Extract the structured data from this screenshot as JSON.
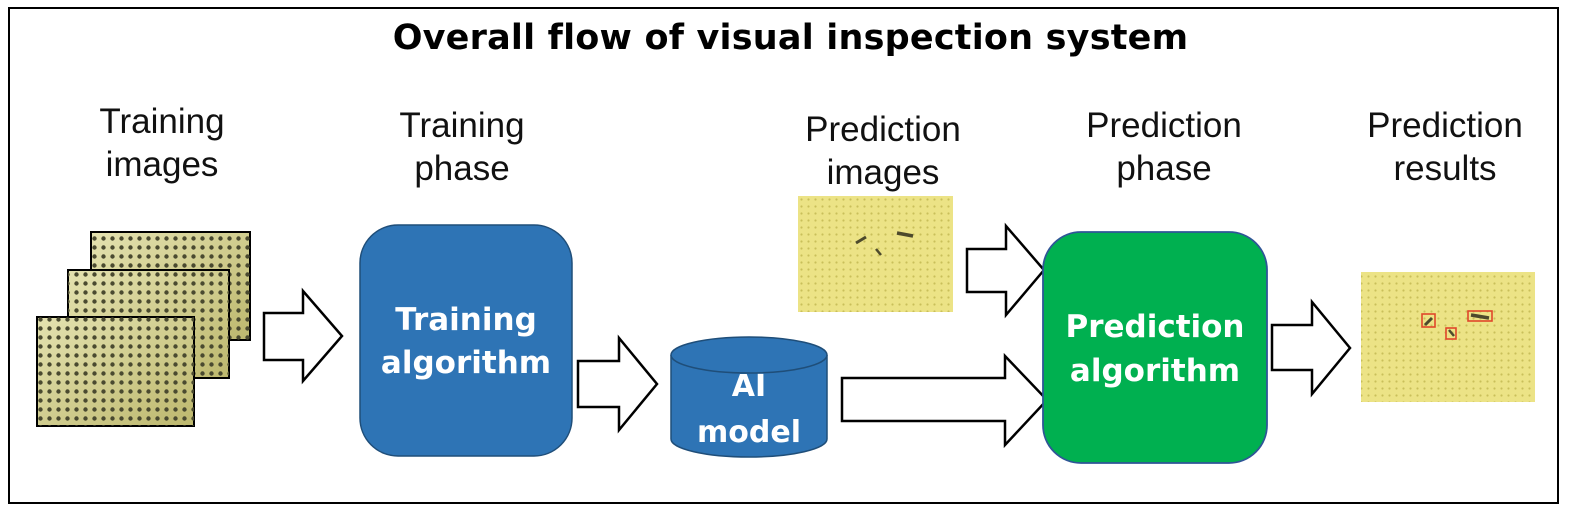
{
  "title": "Overall flow of visual inspection system",
  "captions": {
    "training_images": [
      "Training",
      "images"
    ],
    "training_phase": [
      "Training",
      "phase"
    ],
    "prediction_images": [
      "Prediction",
      "images"
    ],
    "prediction_phase": [
      "Prediction",
      "phase"
    ],
    "prediction_results": [
      "Prediction",
      "results"
    ]
  },
  "boxes": {
    "training_algorithm": {
      "lines": [
        "Training",
        "algorithm"
      ],
      "color": "#2e74b5"
    },
    "ai_model": {
      "lines": [
        "AI",
        "model"
      ],
      "color": "#2e74b5"
    },
    "prediction_algorithm": {
      "lines": [
        "Prediction",
        "algorithm"
      ],
      "color": "#00b050"
    }
  },
  "colors": {
    "image_fill": "#d9d69a",
    "photo_fill": "#ece386",
    "detection_box": "#e0472b"
  }
}
